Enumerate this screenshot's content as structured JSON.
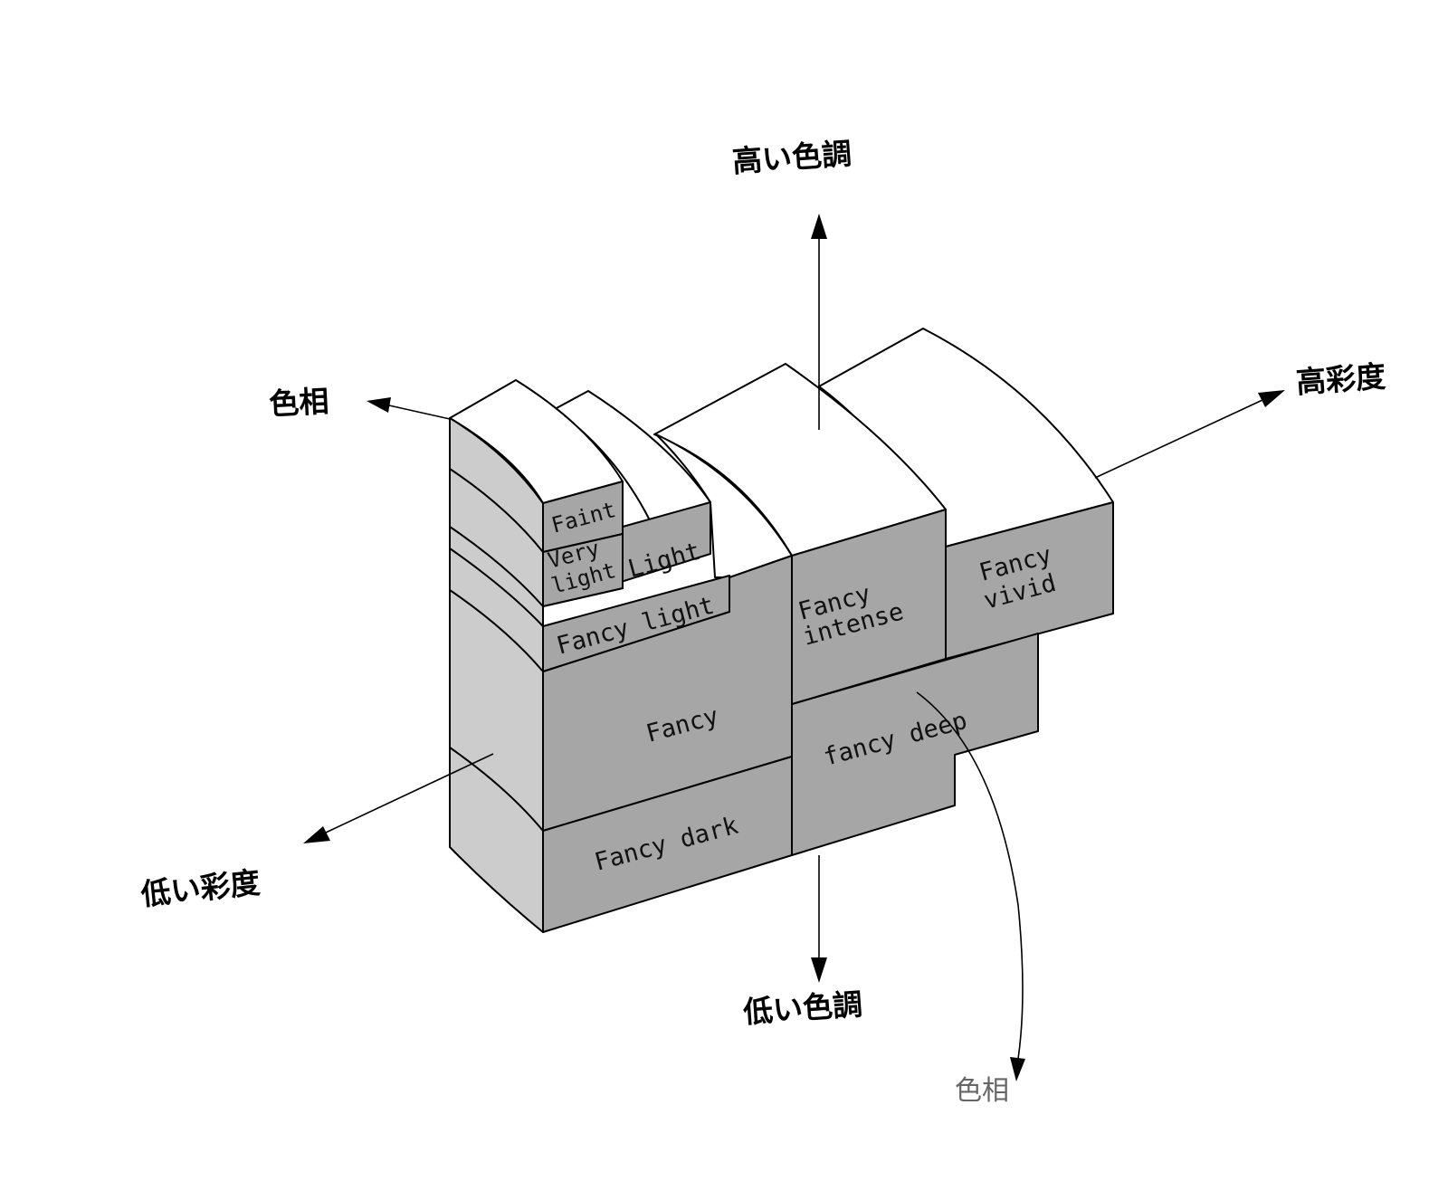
{
  "axes": {
    "high_tone": "高い色調",
    "low_tone": "低い色調",
    "high_saturation": "高彩度",
    "low_saturation": "低い彩度",
    "hue_top": "色相",
    "hue_bottom": "色相"
  },
  "regions": {
    "faint": "Faint",
    "very_light_1": "Very",
    "very_light_2": "light",
    "light": "Light",
    "fancy_light": "Fancy light",
    "fancy": "Fancy",
    "fancy_dark": "Fancy dark",
    "fancy_intense_1": "Fancy",
    "fancy_intense_2": "intense",
    "fancy_vivid_1": "Fancy",
    "fancy_vivid_2": "vivid",
    "fancy_deep": "fancy deep"
  },
  "colors": {
    "top_face": "#ffffff",
    "side_face": "#cccccc",
    "front_face": "#a6a6a6",
    "outline": "#000000"
  }
}
